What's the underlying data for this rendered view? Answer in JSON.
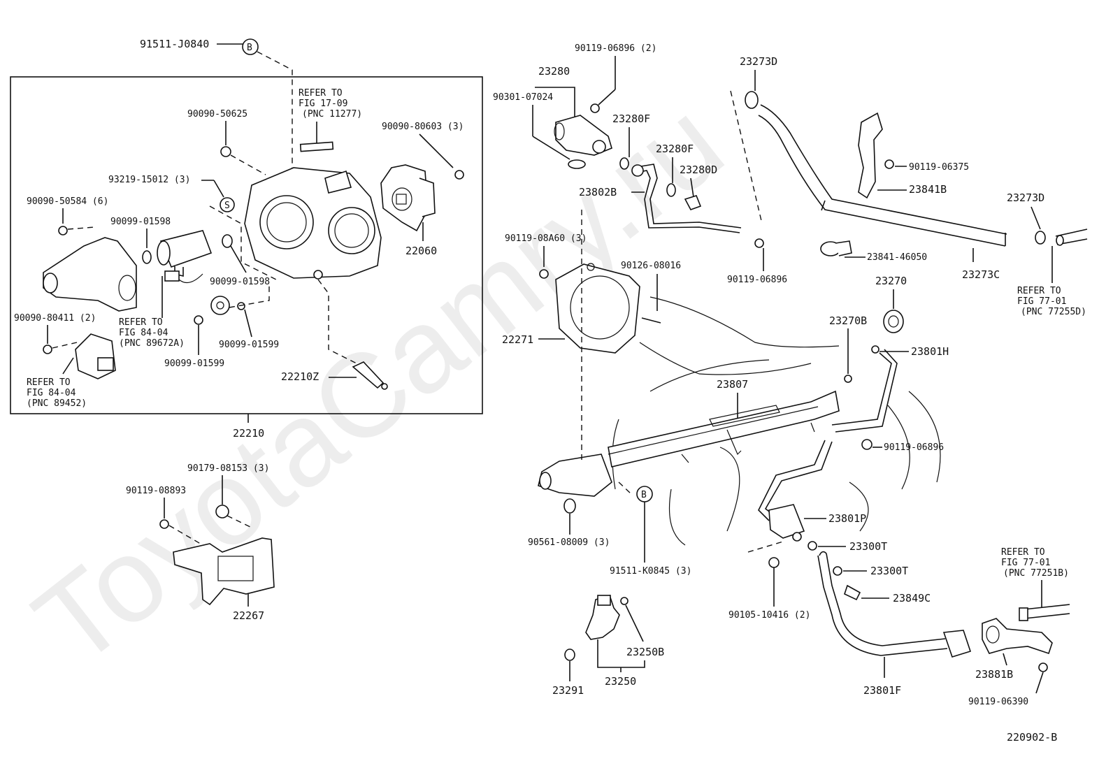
{
  "watermark": "ToyotaCamry.ru",
  "figure_id": "220902-B",
  "labels": {
    "p91511_J0840": "91511-J0840",
    "mark_b": "B",
    "mark_s": "S",
    "refer_fig17": [
      "REFER TO",
      "FIG 17-09",
      "(PNC 11277)"
    ],
    "p90090_50625": "90090-50625",
    "p90090_80603": "90090-80603 (3)",
    "p93219_15012": "93219-15012 (3)",
    "p90090_50584": "90090-50584 (6)",
    "p90099_01598a": "90099-01598",
    "p90099_01598b": "90099-01598",
    "p22060": "22060",
    "p90090_80411": "90090-80411 (2)",
    "refer_fig84a": [
      "REFER TO",
      "FIG 84-04",
      "(PNC 89672A)"
    ],
    "p90099_01599a": "90099-01599",
    "p90099_01599b": "90099-01599",
    "refer_fig84b": [
      "REFER TO",
      "FIG 84-04",
      "(PNC 89452)"
    ],
    "p22210Z": "22210Z",
    "p22210": "22210",
    "p90179_08153": "90179-08153 (3)",
    "p90119_08893": "90119-08893",
    "p22267": "22267",
    "p90119_06896_2": "90119-06896 (2)",
    "p23280": "23280",
    "p90301_07024": "90301-07024",
    "p23280F_a": "23280F",
    "p23280F_b": "23280F",
    "p23280D": "23280D",
    "p23802B": "23802B",
    "p23273D_a": "23273D",
    "p90119_06375": "90119-06375",
    "p23841B": "23841B",
    "p23273D_b": "23273D",
    "p90119_08A60": "90119-08A60 (3)",
    "p90126_08016": "90126-08016",
    "p90119_06896a": "90119-06896",
    "p23841_46050": "23841-46050",
    "p23273C": "23273C",
    "refer_fig77a": [
      "REFER TO",
      "FIG 77-01",
      "(PNC 77255D)"
    ],
    "p23270": "23270",
    "p23270B": "23270B",
    "p23801H": "23801H",
    "p22271": "22271",
    "p23807": "23807",
    "p90119_06896b": "90119-06896",
    "p23801P": "23801P",
    "p90561_08009": "90561-08009 (3)",
    "p91511_K0845": "91511-K0845 (3)",
    "p23300T_a": "23300T",
    "p23300T_b": "23300T",
    "p23849C": "23849C",
    "p90105_10416": "90105-10416 (2)",
    "refer_fig77b": [
      "REFER TO",
      "FIG 77-01",
      "(PNC 77251B)"
    ],
    "p23250B": "23250B",
    "p23250": "23250",
    "p23291": "23291",
    "p23881B": "23881B",
    "p23801F": "23801F",
    "p90119_06390": "90119-06390"
  }
}
